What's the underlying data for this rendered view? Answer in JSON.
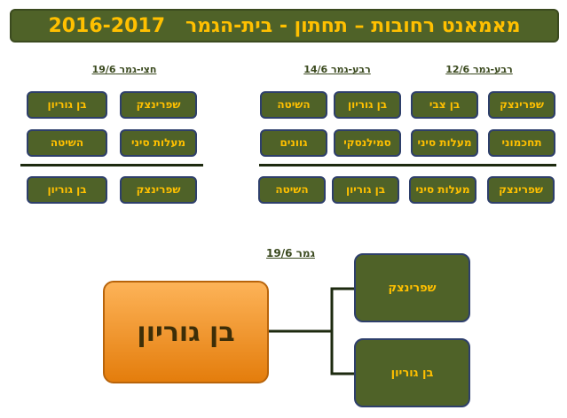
{
  "title": "מאמאנט רחובות – תחתון - בית-הגמר",
  "season": "2016-2017",
  "rounds": {
    "quarter_a": "רבע-גמר 12/6",
    "quarter_b": "רבע-גמר 14/6",
    "semi": "חצי-גמר 19/6",
    "final": "גמר 19/6"
  },
  "quarter_a_matchups": [
    {
      "home": "שפרינצק",
      "away": "בן צבי"
    },
    {
      "home": "תחכמוני",
      "away": "מעלות סיני"
    }
  ],
  "quarter_b_matchups": [
    {
      "home": "בן גוריון",
      "away": "השיטה"
    },
    {
      "home": "סמילנסקי",
      "away": "גוונים"
    }
  ],
  "quarter_winners": [
    "שפרינצק",
    "מעלות סיני",
    "בן גוריון",
    "השיטה"
  ],
  "semi_matchups": [
    {
      "home": "שפרינצק",
      "away": "בן גוריון"
    },
    {
      "home": "מעלות סיני",
      "away": "השיטה"
    }
  ],
  "semi_winners": [
    "שפרינצק",
    "בן גוריון"
  ],
  "final": {
    "team_top": "שפרינצק",
    "team_bottom": "בן גוריון",
    "champion": "בן גוריון"
  },
  "colors": {
    "team_box": "#4f6228",
    "team_text": "#ffc000",
    "champion_box": "#f79a28",
    "divider": "#1d2a0f"
  }
}
